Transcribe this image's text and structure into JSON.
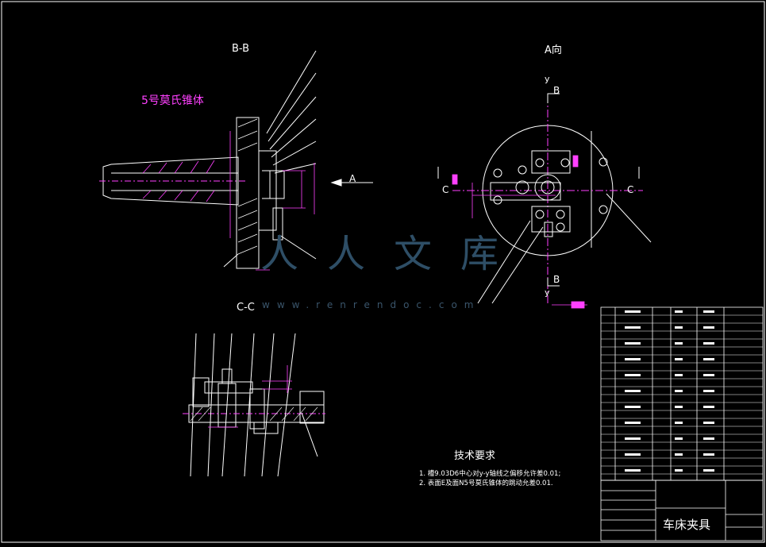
{
  "labels": {
    "view_bb": "B-B",
    "view_a": "A向",
    "view_cc": "C-C",
    "morse_taper": "5号莫氏锥体",
    "arrow_a": "A",
    "section_b": "B",
    "section_c": "C",
    "axis_y": "y"
  },
  "tech_requirements": {
    "heading": "技术要求",
    "items": [
      "1. 槽9.03D6中心对y-y轴线之偏移允许差0.01;",
      "2. 表面E及面N5号莫氏锥体的跳动允差0.01."
    ]
  },
  "title_block": {
    "drawing_name": "车床夹具"
  },
  "watermark": {
    "logo_text": "人人文库",
    "url": "www.renrendoc.com"
  },
  "colors": {
    "background": "#000000",
    "line": "#ffffff",
    "dimension": "#ff00ff",
    "watermark": "#2e4e66"
  }
}
